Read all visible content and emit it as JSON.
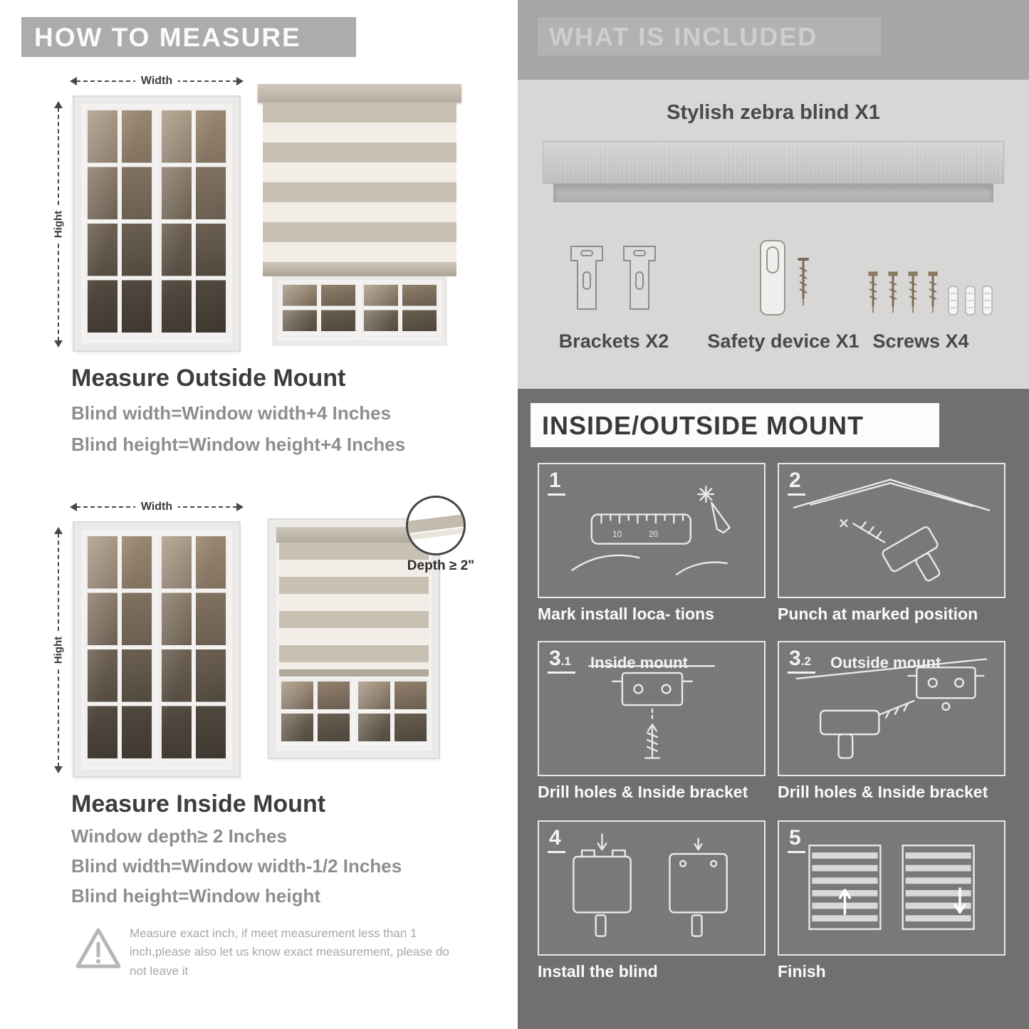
{
  "left": {
    "header": "HOW TO MEASURE",
    "outside": {
      "width_label": "Width",
      "height_label": "Hight",
      "title": "Measure Outside Mount",
      "lines": [
        "Blind width=Window width+4 Inches",
        "Blind height=Window height+4 Inches"
      ]
    },
    "inside": {
      "width_label": "Width",
      "height_label": "Hight",
      "depth_label": "Depth ≥ 2\"",
      "title": "Measure Inside Mount",
      "lines": [
        "Window depth≥ 2 Inches",
        "Blind width=Window width-1/2 Inches",
        "Blind height=Window height"
      ]
    },
    "warning_text": "Measure exact inch, if meet measurement less than 1 inch,please also let us know exact measurement, please do not leave it"
  },
  "right": {
    "included": {
      "header": "WHAT IS INCLUDED",
      "blind_label": "Stylish zebra blind X1",
      "parts": [
        {
          "label": "Brackets X2"
        },
        {
          "label": "Safety device X1"
        },
        {
          "label": "Screws X4"
        }
      ]
    },
    "mount": {
      "header": "INSIDE/OUTSIDE MOUNT",
      "steps": [
        {
          "num": "1",
          "sub": "",
          "label": "",
          "caption": "Mark install loca- tions"
        },
        {
          "num": "2",
          "sub": "",
          "label": "",
          "caption": "Punch at  marked position"
        },
        {
          "num": "3",
          "sub": ".1",
          "label": "Inside mount",
          "caption": "Drill holes &  Inside bracket"
        },
        {
          "num": "3",
          "sub": ".2",
          "label": "Outside mount",
          "caption": "Drill holes &  Inside bracket"
        },
        {
          "num": "4",
          "sub": "",
          "label": "",
          "caption": "Install the blind"
        },
        {
          "num": "5",
          "sub": "",
          "label": "",
          "caption": "Finish"
        }
      ]
    }
  },
  "colors": {
    "banner_gray": "#adacaa",
    "included_bg": "#d8d7d5",
    "included_band": "#a7a6a4",
    "mount_bg": "#71706e",
    "heading_text": "#3e3d3c",
    "body_text": "#8f8e8d",
    "stripe_tan": "#c8c1b3",
    "stripe_sheer": "#f2eee7"
  }
}
